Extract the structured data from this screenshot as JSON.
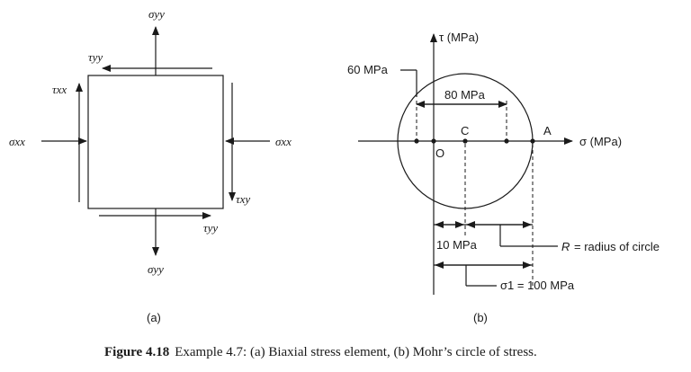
{
  "element_a": {
    "sigma_yy_top": "σyy",
    "tau_yy_top": "τyy",
    "tau_xx": "τxx",
    "sigma_xx_left": "σxx",
    "sigma_xx_right": "σxx",
    "tau_xy": "τxy",
    "tau_yy_bottom": "τyy",
    "sigma_yy_bottom": "σyy",
    "sublabel": "(a)"
  },
  "mohr_b": {
    "tau_axis": "τ (MPa)",
    "sigma_axis": "σ (MPa)",
    "label_60": "60 MPa",
    "label_80": "80 MPa",
    "point_c": "C",
    "point_a": "A",
    "point_o": "O",
    "label_10": "10 MPa",
    "radius_r": "R",
    "radius_text": "= radius of circle",
    "sigma1": "σ1 = 100 MPa",
    "sublabel": "(b)"
  },
  "caption": {
    "label": "Figure 4.18",
    "text": "Example 4.7: (a) Biaxial stress element, (b) Mohr’s circle of stress."
  }
}
